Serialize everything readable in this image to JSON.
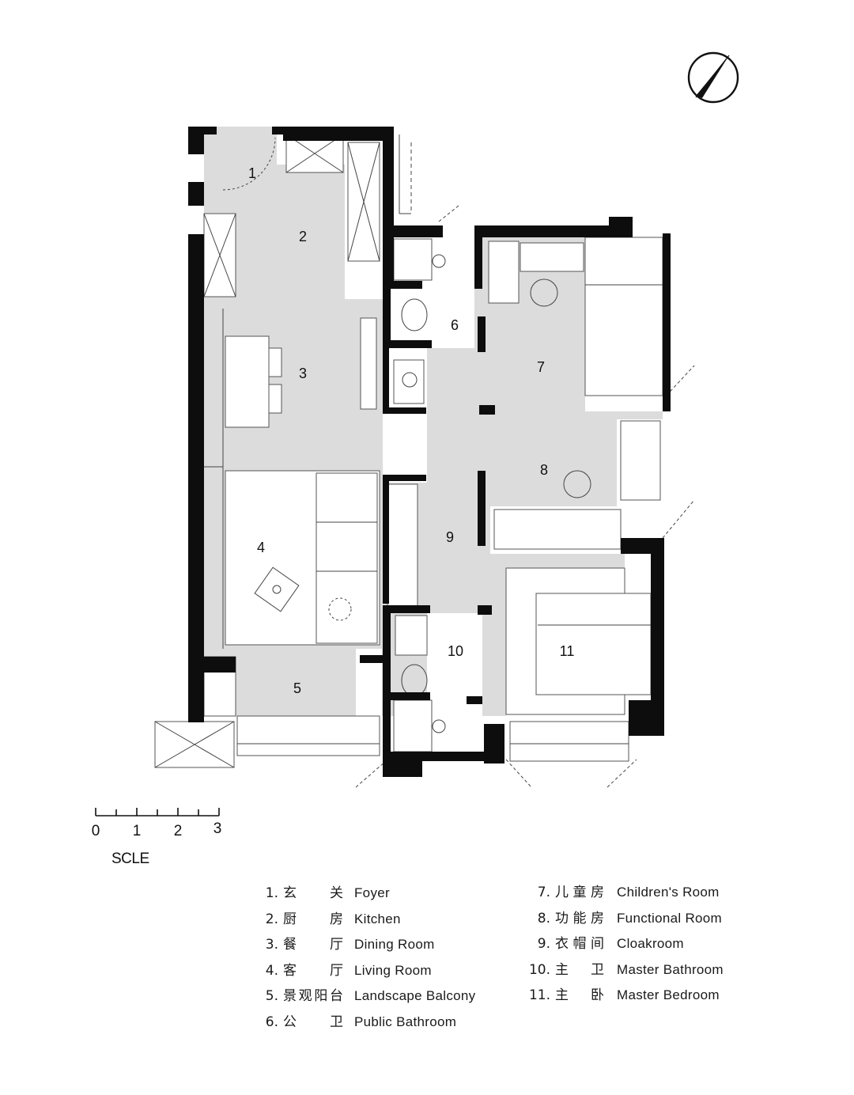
{
  "rooms": [
    {
      "number": "1"
    },
    {
      "number": "2"
    },
    {
      "number": "3"
    },
    {
      "number": "4"
    },
    {
      "number": "5"
    },
    {
      "number": "6"
    },
    {
      "number": "7"
    },
    {
      "number": "8"
    },
    {
      "number": "9"
    },
    {
      "number": "10"
    },
    {
      "number": "11"
    }
  ],
  "scale": {
    "ticks": [
      "0",
      "1",
      "2",
      "3"
    ],
    "label": "SCLE"
  },
  "north_arrow": {
    "icon": "north-arrow-icon"
  },
  "legend": [
    {
      "num": "1.",
      "zh": "玄关",
      "en": "Foyer"
    },
    {
      "num": "2.",
      "zh": "厨房",
      "en": "Kitchen"
    },
    {
      "num": "3.",
      "zh": "餐厅",
      "en": "Dining Room"
    },
    {
      "num": "4.",
      "zh": "客厅",
      "en": "Living Room"
    },
    {
      "num": "5.",
      "zh": "景观阳台",
      "en": "Landscape Balcony"
    },
    {
      "num": "6.",
      "zh": "公卫",
      "en": "Public Bathroom"
    },
    {
      "num": "7.",
      "zh": "儿童房",
      "en": "Children's Room"
    },
    {
      "num": "8.",
      "zh": "功能房",
      "en": "Functional Room"
    },
    {
      "num": "9.",
      "zh": "衣帽间",
      "en": "Cloakroom"
    },
    {
      "num": "10.",
      "zh": "主卫",
      "en": "Master Bathroom"
    },
    {
      "num": "11.",
      "zh": "主卧",
      "en": "Master Bedroom"
    }
  ],
  "colors": {
    "floor": "#dcdcdc",
    "wall": "#0d0d0d",
    "line": "#333333"
  }
}
